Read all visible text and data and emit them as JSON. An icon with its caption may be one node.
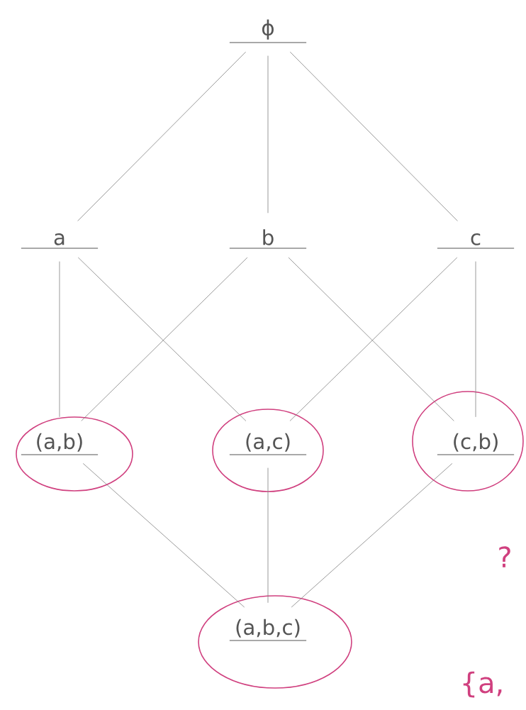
{
  "diagram": {
    "nodes": [
      {
        "text": [
          "ϕ"
        ]
      },
      {
        "text": [
          "a"
        ]
      },
      {
        "text": [
          "b"
        ]
      },
      {
        "text": [
          "c"
        ]
      },
      {
        "text": [
          "(a,b)"
        ]
      },
      {
        "text": [
          "(a,c)"
        ]
      },
      {
        "text": [
          "(c,b)"
        ]
      },
      {
        "text": [
          "(a,b,c)"
        ]
      }
    ],
    "edges": [
      {
        "from": 0,
        "to": 1,
        "arrow": "none"
      },
      {
        "from": 0,
        "to": 2,
        "arrow": "none"
      },
      {
        "from": 0,
        "to": 3,
        "arrow": "none"
      },
      {
        "from": 1,
        "to": 4,
        "arrow": "none"
      },
      {
        "from": 1,
        "to": 5,
        "arrow": "none"
      },
      {
        "from": 2,
        "to": 4,
        "arrow": "none"
      },
      {
        "from": 2,
        "to": 6,
        "arrow": "none"
      },
      {
        "from": 3,
        "to": 5,
        "arrow": "none"
      },
      {
        "from": 3,
        "to": 6,
        "arrow": "none"
      },
      {
        "from": 4,
        "to": 7,
        "arrow": "none"
      },
      {
        "from": 5,
        "to": 7,
        "arrow": "none"
      },
      {
        "from": 6,
        "to": 7,
        "arrow": "none"
      }
    ],
    "labels": [
      "?",
      "{a,"
    ]
  }
}
